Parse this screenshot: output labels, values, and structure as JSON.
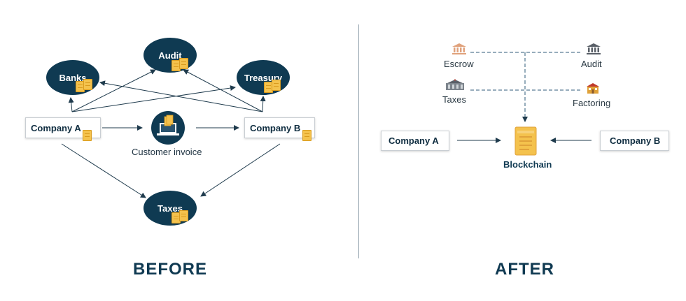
{
  "before": {
    "heading": "BEFORE",
    "banks": "Banks",
    "audit": "Audit",
    "treasury": "Treasury",
    "company_a": "Company A",
    "company_b": "Company B",
    "invoice": "Customer invoice",
    "taxes": "Taxes"
  },
  "after": {
    "heading": "AFTER",
    "escrow": "Escrow",
    "audit": "Audit",
    "taxes": "Taxes",
    "factoring": "Factoring",
    "company_a": "Company A",
    "company_b": "Company B",
    "blockchain": "Blockchain"
  },
  "colors": {
    "node": "#0f3a52",
    "line": "#1f3b4d",
    "dashed": "#2f5b78",
    "doc": "#f4c24d",
    "heading": "#103a52"
  }
}
